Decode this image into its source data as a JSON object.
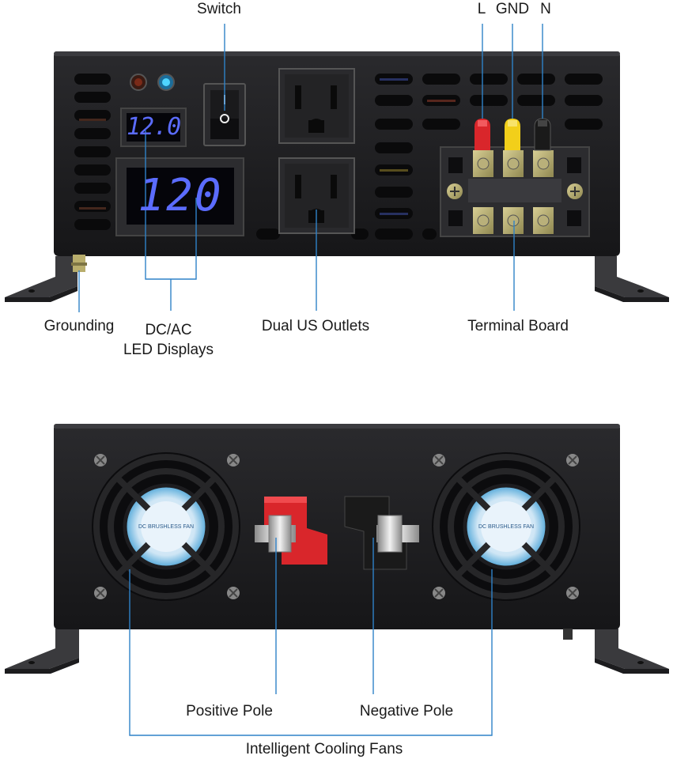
{
  "front_panel": {
    "dc_display_value": "12.0",
    "ac_display_value": "120",
    "labels": {
      "switch": "Switch",
      "live": "L",
      "ground": "GND",
      "neutral": "N",
      "grounding": "Grounding",
      "displays_line1": "DC/AC",
      "displays_line2": "LED Displays",
      "outlets": "Dual US Outlets",
      "terminal_board": "Terminal Board"
    }
  },
  "rear_panel": {
    "fan_label_text": "DC BRUSHLESS FAN",
    "labels": {
      "positive_pole": "Positive Pole",
      "negative_pole": "Negative Pole",
      "cooling_fans": "Intelligent Cooling Fans"
    }
  },
  "colors": {
    "callout_line": "#2f82c8",
    "chassis": "#1e1e20",
    "led_digits": "#5b6cff",
    "positive_terminal": "#d9262b",
    "ground_terminal": "#f2cf1a",
    "negative_terminal": "#1a1a1a"
  }
}
